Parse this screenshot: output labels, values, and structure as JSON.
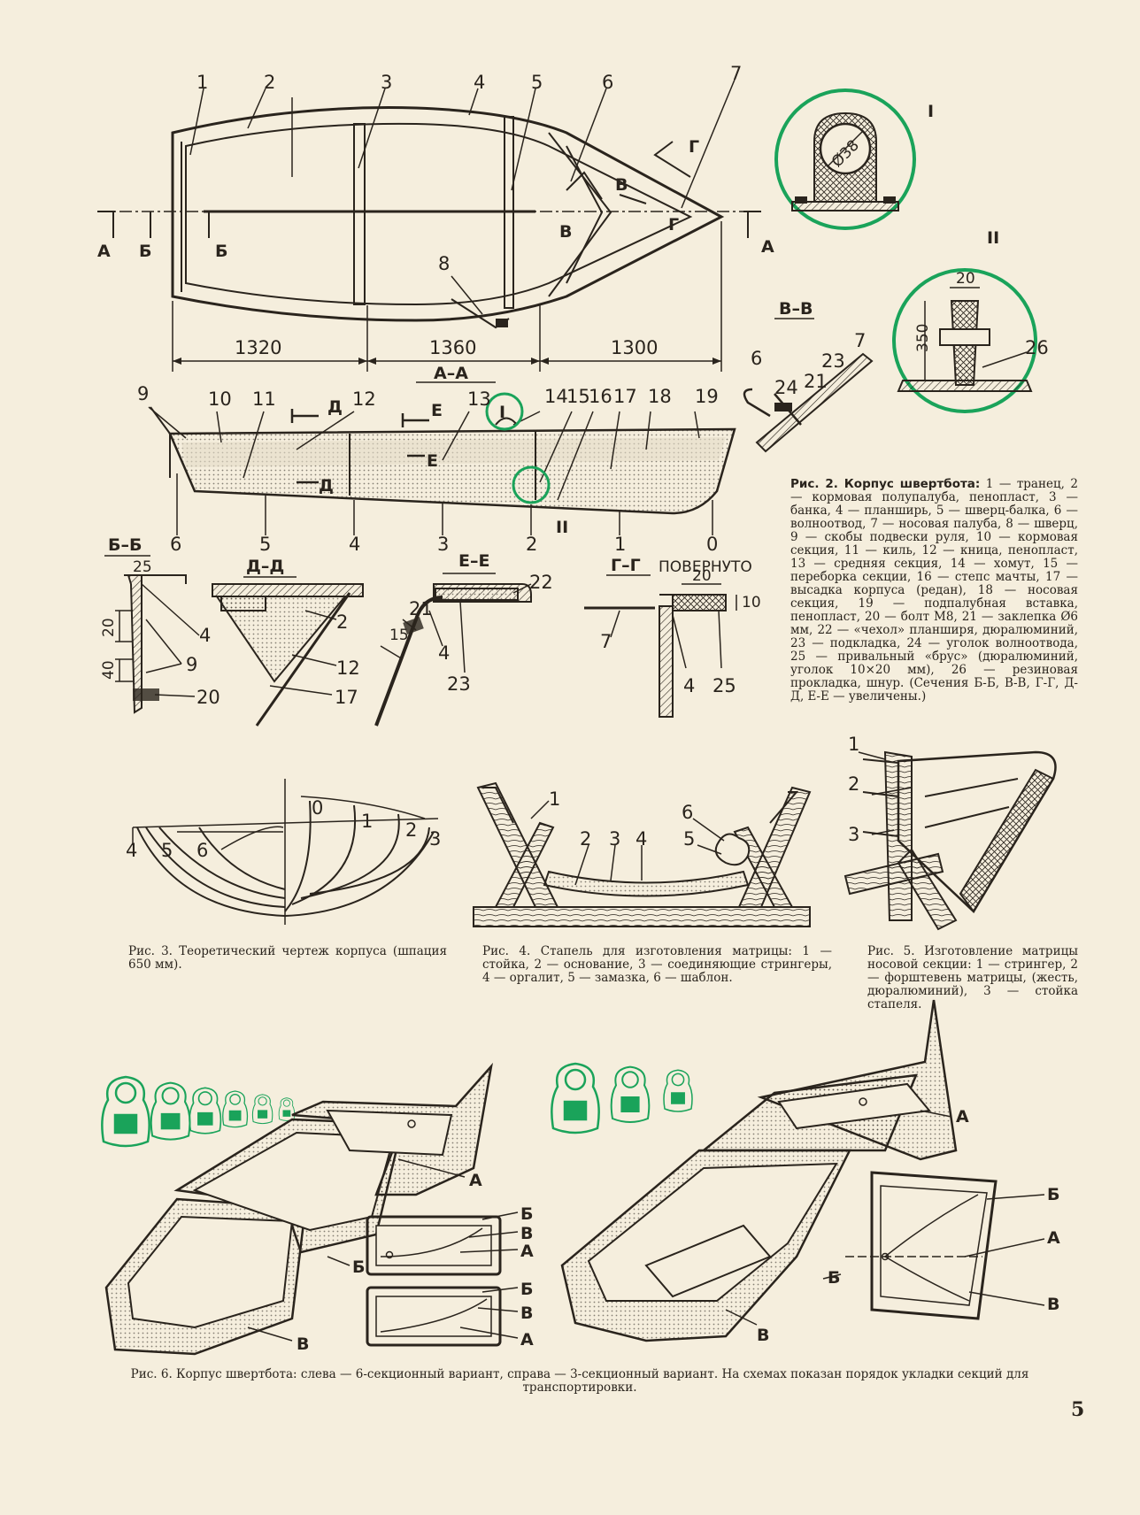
{
  "page_number": "5",
  "fig2": {
    "caption_title": "Рис. 2. Корпус швертбота:",
    "caption_text": "1 — транец, 2 — кормовая полупалуба, пенопласт, 3 — банка, 4 — планширь, 5 — шверц-балка, 6 — волноотвод, 7 — носовая палуба, 8 — шверц, 9 — скобы подвески руля, 10 — кормовая секция, 11 — киль, 12 — кница, пенопласт, 13 — средняя секция, 14 — хомут, 15 — переборка секции, 16 — степс мачты, 17 — высадка корпуса (редан), 18 — носовая секция, 19 — подпалубная вставка, пенопласт, 20 — болт М8, 21 — заклепка Ø6 мм, 22 — «чехол» планширя, дюралюминий, 23 — подкладка, 24 — уголок волноотвода, 25 — привальный «брус» (дюралюминий, уголок 10×20 мм), 26 — резиновая прокладка, шнур. (Сечения Б-Б, В-В, Г-Г, Д-Д, Е-Е — увеличены.)",
    "plan_labels": [
      "1",
      "2",
      "3",
      "4",
      "5",
      "6",
      "7",
      "8"
    ],
    "dimensions": [
      "1320",
      "1360",
      "1300"
    ],
    "section_marks": [
      "А",
      "Б",
      "Б",
      "В",
      "В",
      "Г",
      "Г",
      "А"
    ],
    "profile_title": "А–А",
    "profile_labels_top": [
      "9",
      "10",
      "11",
      "12",
      "13",
      "14",
      "15",
      "16",
      "17",
      "18",
      "19"
    ],
    "profile_labels_bottom": [
      "6",
      "5",
      "4",
      "3",
      "2",
      "1",
      "0"
    ],
    "profile_marks": [
      "Д",
      "Д",
      "Е",
      "Е",
      "I",
      "II"
    ],
    "detail_I": {
      "title": "I",
      "dimension": "Ø38"
    },
    "detail_II": {
      "title": "II",
      "dim_width": "20",
      "dim_height": "350",
      "label": "26"
    },
    "section_VV": {
      "title": "В–В",
      "labels": [
        "6",
        "24",
        "21",
        "23",
        "7"
      ]
    },
    "section_BB": {
      "title": "Б–Б",
      "dims": [
        "25",
        "20",
        "40"
      ],
      "labels": [
        "4",
        "9",
        "20"
      ]
    },
    "section_DD": {
      "title": "Д–Д",
      "labels": [
        "2",
        "12",
        "17"
      ]
    },
    "section_EE": {
      "title": "Е–Е",
      "dim": "15",
      "labels": [
        "21",
        "22",
        "4",
        "23"
      ]
    },
    "section_GG": {
      "title": "Г–Г",
      "subtitle": "ПОВЕРНУТО",
      "dims": [
        "20",
        "10"
      ],
      "labels": [
        "7",
        "4",
        "25"
      ]
    }
  },
  "fig3": {
    "caption": "Рис. 3. Теоретический чертеж корпуса (шпация 650 мм).",
    "labels": [
      "0",
      "1",
      "2",
      "3",
      "4",
      "5",
      "6"
    ]
  },
  "fig4": {
    "caption": "Рис. 4. Стапель для изготовления матрицы: 1 — стойка, 2 — основание, 3 — соединяющие стрингеры, 4 — оргалит, 5 — замазка, 6 — шаблон.",
    "labels": [
      "1",
      "2",
      "3",
      "4",
      "5",
      "6"
    ]
  },
  "fig5": {
    "caption": "Рис. 5. Изготовление матрицы носовой секции: 1 — стрингер, 2 — форштевень матрицы, (жесть, дюралюминий), 3 — стойка стапеля.",
    "labels": [
      "1",
      "2",
      "3"
    ]
  },
  "fig6": {
    "caption": "Рис. 6. Корпус швертбота: слева — 6-секционный вариант, справа — 3-секционный вариант. На схемах показан порядок укладки секций для транспортировки.",
    "left_labels": [
      "А",
      "Б",
      "В",
      "А",
      "Б",
      "В",
      "А",
      "Б",
      "В"
    ],
    "right_labels": [
      "А",
      "Б",
      "В",
      "Б",
      "А",
      "В"
    ]
  },
  "colors": {
    "paper": "#f5eedd",
    "ink": "#2a241d",
    "accent_green": "#1aa35a"
  }
}
